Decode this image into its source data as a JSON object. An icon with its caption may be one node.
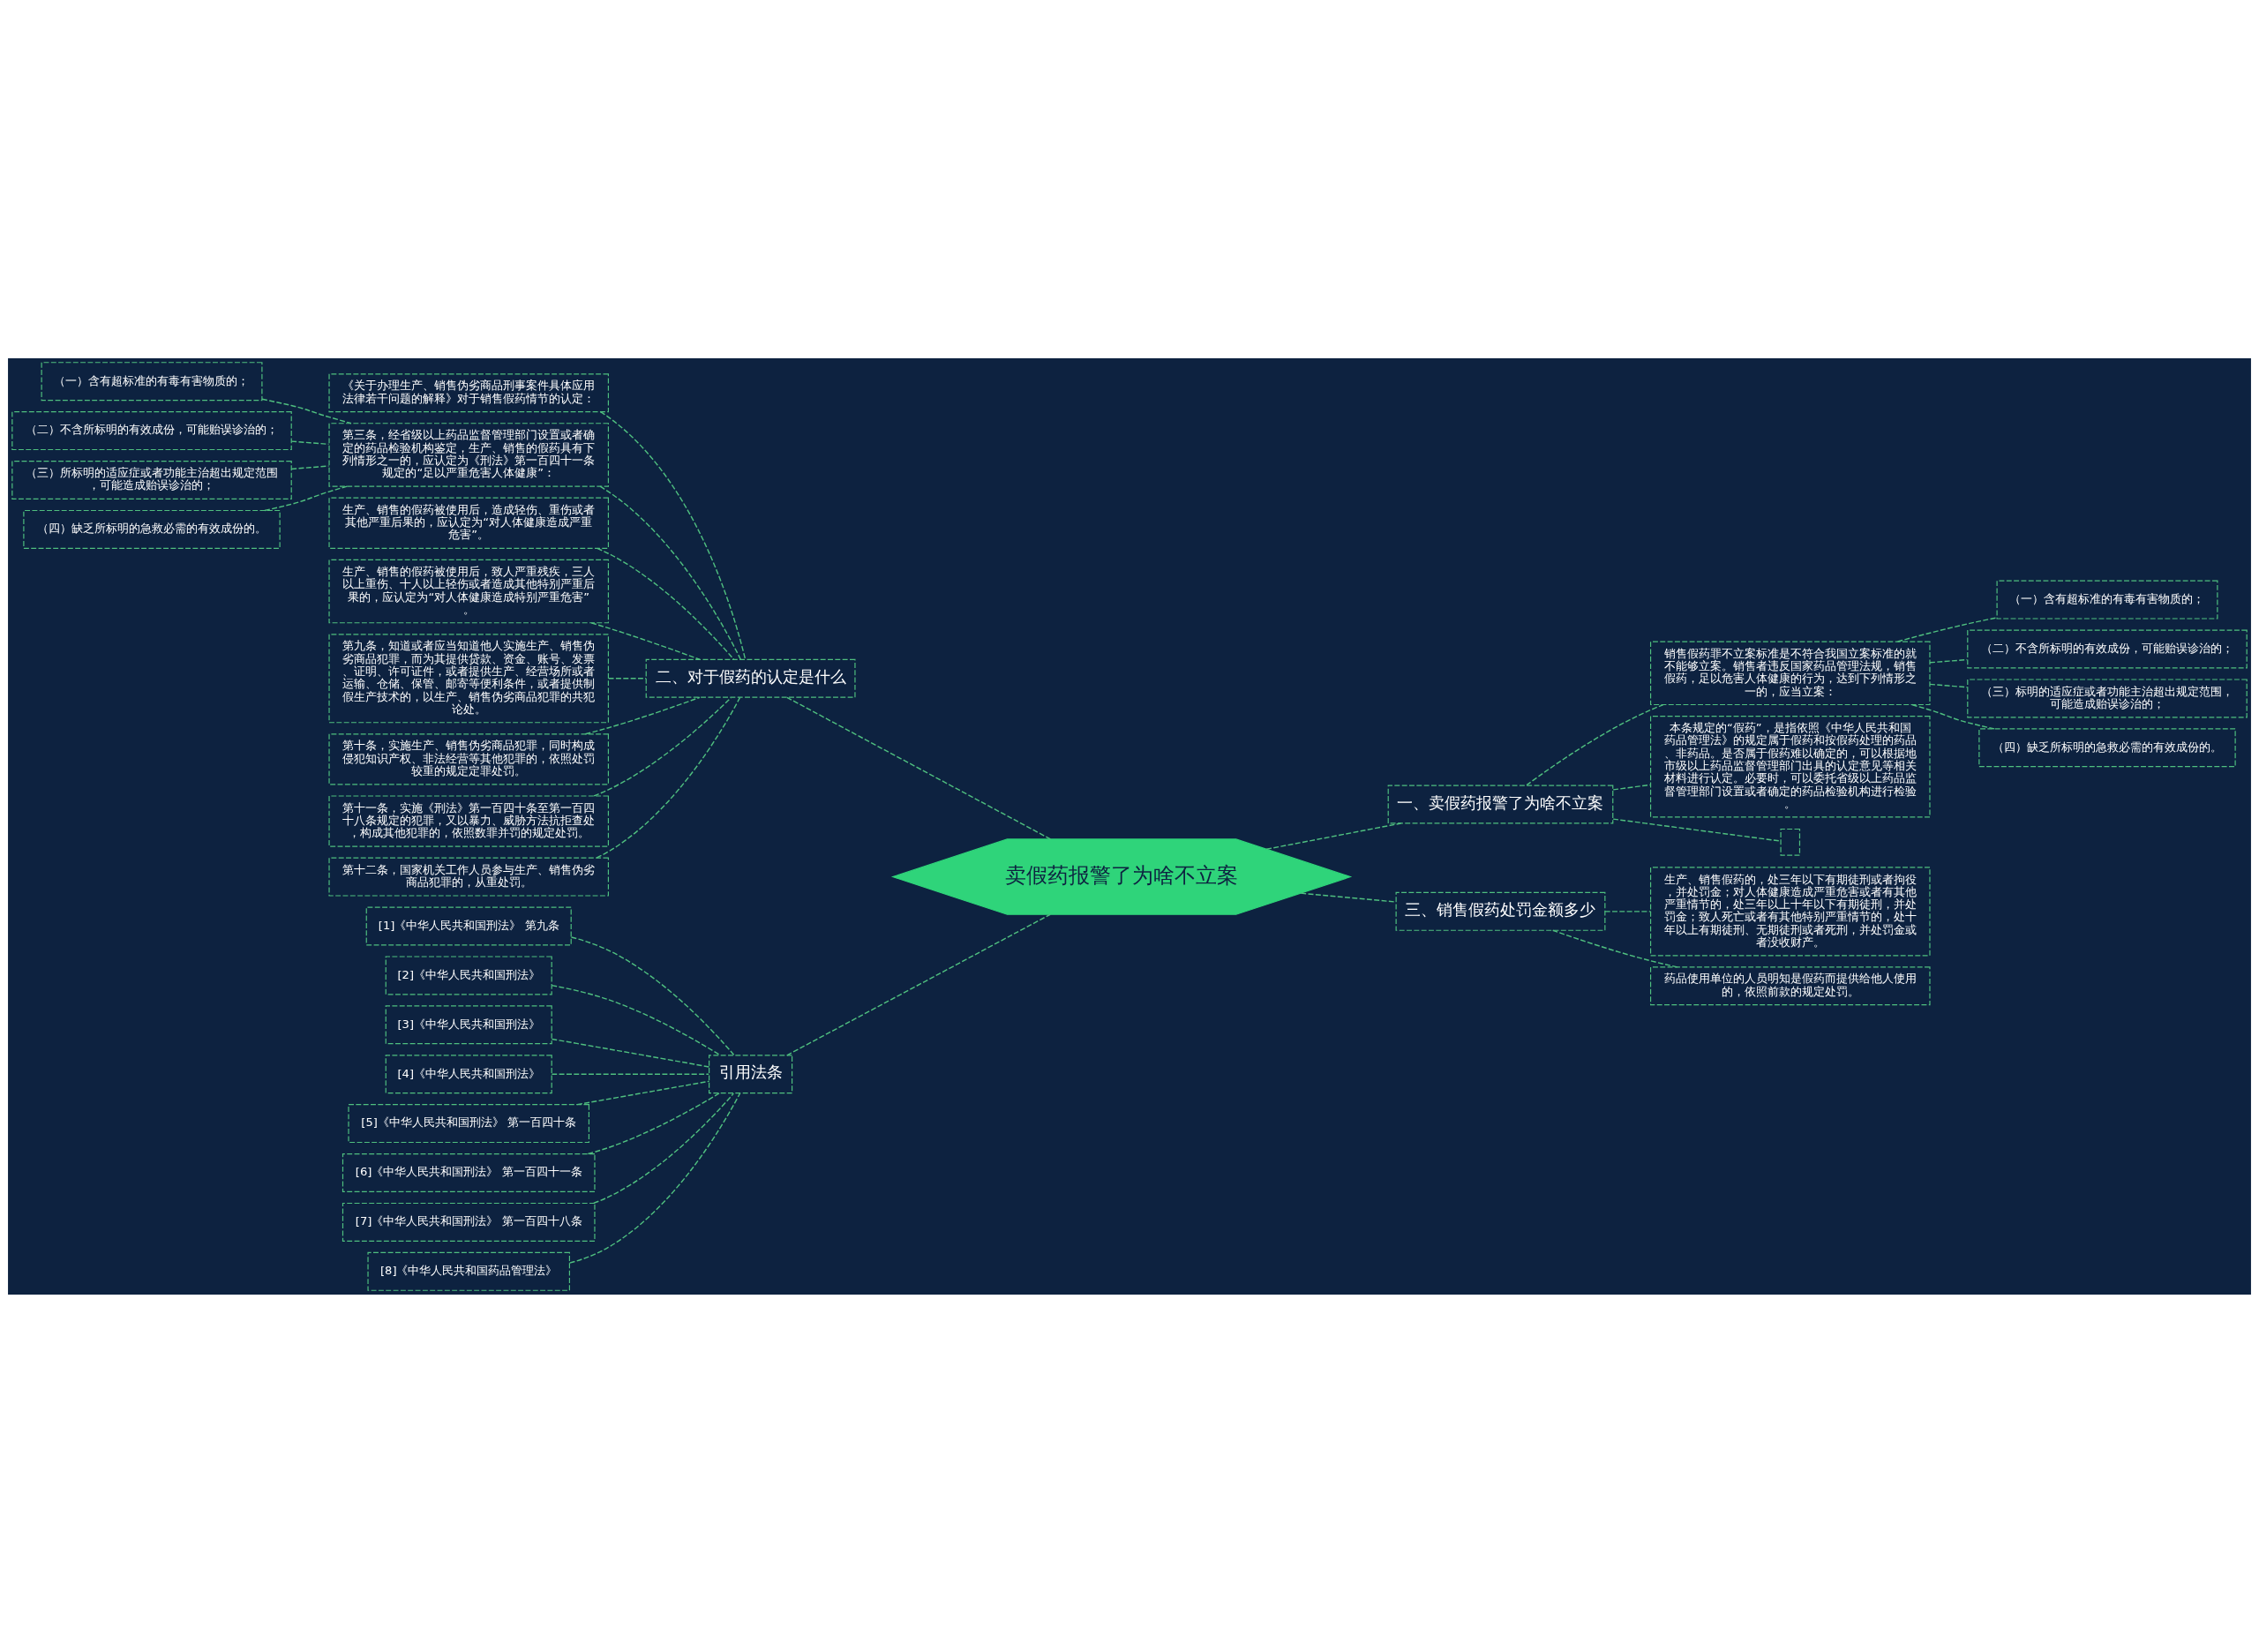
{
  "diagram": {
    "nodes": [
      {
        "text": [
          "卖假药报警了为啥不立案"
        ]
      },
      {
        "text": [
          "一、卖假药报警了为啥不立案"
        ]
      },
      {
        "text": [
          "销售假药罪不立案标准是不符合我国立案标准的就不能够立案。销售者违反国家药品管理法规，销售假药，足以危害人体健康的行为，达到下列情形之一的，应当立案："
        ]
      },
      {
        "text": [
          "（一）含有超标准的有毒有害物质的；"
        ]
      },
      {
        "text": [
          "（二）不含所标明的有效成份，可能贻误诊治的；"
        ]
      },
      {
        "text": [
          "（三）标明的适应症或者功能主治超出规定范围，可能造成贻误诊治的；"
        ]
      },
      {
        "text": [
          "（四）缺乏所标明的急救必需的有效成份的。"
        ]
      },
      {
        "text": [
          "本条规定的“假药”，是指依照《中华人民共和国药品管理法》的规定属于假药和按假药处理的药品、非药品。是否属于假药难以确定的，可以根据地市级以上药品监督管理部门出具的认定意见等相关材料进行认定。必要时，可以委托省级以上药品监督管理部门设置或者确定的药品检验机构进行检验。"
        ]
      },
      {
        "text": [],
        "shape": "box"
      },
      {
        "text": [
          "三、销售假药处罚金额多少"
        ]
      },
      {
        "text": [
          "生产、销售假药的，处三年以下有期徒刑或者拘役，并处罚金；对人体健康造成严重危害或者有其他严重情节的，处三年以上十年以下有期徒刑，并处罚金；致人死亡或者有其他特别严重情节的，处十年以上有期徒刑、无期徒刑或者死刑，并处罚金或者没收财产。"
        ]
      },
      {
        "text": [
          "药品使用单位的人员明知是假药而提供给他人使用的，依照前款的规定处罚。"
        ]
      },
      {
        "text": [
          "二、对于假药的认定是什么"
        ]
      },
      {
        "text": [
          "《关于办理生产、销售伪劣商品刑事案件具体应用法律若干问题的解释》对于销售假药情节的认定："
        ]
      },
      {
        "text": [
          "第三条，经省级以上药品监督管理部门设置或者确定的药品检验机构鉴定，生产、销售的假药具有下列情形之一的，应认定为《刑法》第一百四十一条规定的“足以严重危害人体健康”："
        ]
      },
      {
        "text": [
          "（一）含有超标准的有毒有害物质的；"
        ]
      },
      {
        "text": [
          "（二）不含所标明的有效成份，可能贻误诊治的；"
        ]
      },
      {
        "text": [
          "（三）所标明的适应症或者功能主治超出规定范围，可能造成贻误诊治的；"
        ]
      },
      {
        "text": [
          "（四）缺乏所标明的急救必需的有效成份的。"
        ]
      },
      {
        "text": [
          "生产、销售的假药被使用后，造成轻伤、重伤或者其他严重后果的，应认定为“对人体健康造成严重危害”。"
        ]
      },
      {
        "text": [
          "生产、销售的假药被使用后，致人严重残疾，三人以上重伤、十人以上轻伤或者造成其他特别严重后果的，应认定为“对人体健康造成特别严重危害”。"
        ]
      },
      {
        "text": [
          "第九条，知道或者应当知道他人实施生产、销售伪劣商品犯罪，而为其提供贷款、资金、账号、发票、证明、许可证件，或者提供生产、经营场所或者运输、仓储、保管、邮寄等便利条件，或者提供制假生产技术的，以生产、销售伪劣商品犯罪的共犯论处。"
        ]
      },
      {
        "text": [
          "第十条，实施生产、销售伪劣商品犯罪，同时构成侵犯知识产权、非法经营等其他犯罪的，依照处罚较重的规定定罪处罚。"
        ]
      },
      {
        "text": [
          "第十一条，实施《刑法》第一百四十条至第一百四十八条规定的犯罪，又以暴力、威胁方法抗拒查处，构成其他犯罪的，依照数罪并罚的规定处罚。"
        ]
      },
      {
        "text": [
          "第十二条，国家机关工作人员参与生产、销售伪劣商品犯罪的，从重处罚。"
        ]
      },
      {
        "text": [
          "引用法条"
        ]
      },
      {
        "text": [
          "[1]《中华人民共和国刑法》 第九条"
        ]
      },
      {
        "text": [
          "[2]《中华人民共和国刑法》"
        ]
      },
      {
        "text": [
          "[3]《中华人民共和国刑法》"
        ]
      },
      {
        "text": [
          "[4]《中华人民共和国刑法》"
        ]
      },
      {
        "text": [
          "[5]《中华人民共和国刑法》 第一百四十条"
        ]
      },
      {
        "text": [
          "[6]《中华人民共和国刑法》 第一百四十一条"
        ]
      },
      {
        "text": [
          "[7]《中华人民共和国刑法》 第一百四十八条"
        ]
      },
      {
        "text": [
          "[8]《中华人民共和国药品管理法》"
        ]
      }
    ],
    "edges": [
      {
        "from": 0,
        "to": 1,
        "arrow": "none"
      },
      {
        "from": 1,
        "to": 2,
        "arrow": "none"
      },
      {
        "from": 2,
        "to": 3,
        "arrow": "none"
      },
      {
        "from": 2,
        "to": 4,
        "arrow": "none"
      },
      {
        "from": 2,
        "to": 5,
        "arrow": "none"
      },
      {
        "from": 2,
        "to": 6,
        "arrow": "none"
      },
      {
        "from": 1,
        "to": 7,
        "arrow": "none"
      },
      {
        "from": 1,
        "to": 8,
        "arrow": "none"
      },
      {
        "from": 0,
        "to": 9,
        "arrow": "none"
      },
      {
        "from": 9,
        "to": 10,
        "arrow": "none"
      },
      {
        "from": 9,
        "to": 11,
        "arrow": "none"
      },
      {
        "from": 0,
        "to": 12,
        "arrow": "none"
      },
      {
        "from": 12,
        "to": 13,
        "arrow": "none"
      },
      {
        "from": 12,
        "to": 14,
        "arrow": "none"
      },
      {
        "from": 14,
        "to": 15,
        "arrow": "none"
      },
      {
        "from": 14,
        "to": 16,
        "arrow": "none"
      },
      {
        "from": 14,
        "to": 17,
        "arrow": "none"
      },
      {
        "from": 14,
        "to": 18,
        "arrow": "none"
      },
      {
        "from": 12,
        "to": 19,
        "arrow": "none"
      },
      {
        "from": 12,
        "to": 20,
        "arrow": "none"
      },
      {
        "from": 12,
        "to": 21,
        "arrow": "none"
      },
      {
        "from": 12,
        "to": 22,
        "arrow": "none"
      },
      {
        "from": 12,
        "to": 23,
        "arrow": "none"
      },
      {
        "from": 12,
        "to": 24,
        "arrow": "none"
      },
      {
        "from": 0,
        "to": 25,
        "arrow": "none"
      },
      {
        "from": 25,
        "to": 26,
        "arrow": "none"
      },
      {
        "from": 25,
        "to": 27,
        "arrow": "none"
      },
      {
        "from": 25,
        "to": 28,
        "arrow": "none"
      },
      {
        "from": 25,
        "to": 29,
        "arrow": "none"
      },
      {
        "from": 25,
        "to": 30,
        "arrow": "none"
      },
      {
        "from": 25,
        "to": 31,
        "arrow": "none"
      },
      {
        "from": 25,
        "to": 32,
        "arrow": "none"
      },
      {
        "from": 25,
        "to": 33,
        "arrow": "none"
      }
    ]
  }
}
